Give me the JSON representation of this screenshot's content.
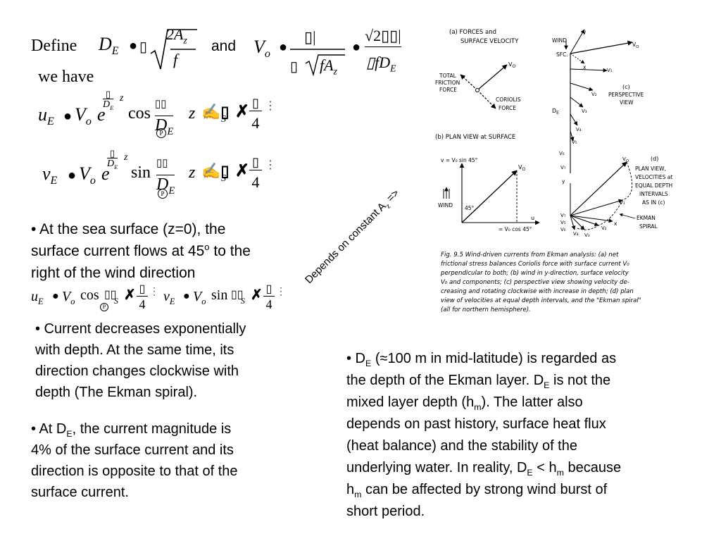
{
  "defs": {
    "define_word": "Define",
    "and_word": "and",
    "we_have": "we have",
    "DE_symbol": "D",
    "DE_sub": "E",
    "bullet_glyph": "●",
    "garbled1": "▯",
    "sqrt_num": "2A",
    "sqrt_num_sub": "z",
    "sqrt_den": "f",
    "Vo_symbol": "V",
    "Vo_sub": "o",
    "vo_num": "▯|",
    "vo_den_a": "▯",
    "vo_den_b": "fA",
    "vo_den_sub": "z",
    "eq2_num": "√2▯▯|",
    "eq2_den": "▯fD",
    "eq2_den_sub": "E"
  },
  "equations": {
    "uE": {
      "lhs": "u",
      "lhs_sub": "E",
      "mid": "V",
      "mid_sub": "o",
      "e": "e",
      "func": "cos",
      "exp_top": "▯",
      "exp_frac": "D",
      "exp_sub": "E",
      "exp_z": "z",
      "arg_z": "z",
      "pi_frac_top": "▯",
      "pi_frac_bot": "4",
      "s_sub": "S",
      "glyphs": "✍▯",
      "x": "✗"
    },
    "vE": {
      "lhs": "v",
      "lhs_sub": "E",
      "mid": "V",
      "mid_sub": "o",
      "e": "e",
      "func": "sin",
      "exp_top": "▯",
      "exp_frac": "D",
      "exp_sub": "E",
      "exp_z": "z",
      "arg_z": "z",
      "pi_frac_top": "▯",
      "pi_frac_bot": "4",
      "s_sub": "S",
      "glyphs": "✍▯",
      "x": "✗"
    },
    "P_mark": "P"
  },
  "surface": {
    "bullet_line1": "• At the sea surface (z=0), the",
    "bullet_line2": "surface current flows at 45",
    "bullet_sup": "o",
    "bullet_line2b": " to the",
    "bullet_line3": "right of the wind direction",
    "u_eq": {
      "lhs": "u",
      "sub": "E",
      "v": "V",
      "vsub": "o",
      "func": "cos",
      "s": "S",
      "x": "✗",
      "top": "▯",
      "bot": "4"
    },
    "v_eq": {
      "lhs": "v",
      "sub": "E",
      "v": "V",
      "vsub": "o",
      "func": "sin",
      "s": "S",
      "x": "✗",
      "top": "▯",
      "bot": "4"
    }
  },
  "bullets": {
    "b1": [
      "• Current decreases exponentially",
      "with depth. At the same time, its",
      "direction changes clockwise with",
      "depth (The Ekman spiral)."
    ],
    "b2_line1a": "• At D",
    "b2_line1_sub": "E",
    "b2_line1b": ", the current magnitude is",
    "b2_rest": [
      "4% of the surface current and its",
      "direction is opposite to that of the",
      "surface current."
    ]
  },
  "right_bullet": {
    "l1a": "• D",
    "l1sub": "E",
    "l1b": " (≈100 m in mid-latitude) is regarded as",
    "l2a": "the depth of the Ekman layer. D",
    "l2sub": "E",
    "l2b": " is not the",
    "l3a": "mixed layer depth (h",
    "l3sub": "m",
    "l3b": "). The latter also",
    "l4": "depends on past history, surface heat flux",
    "l5": "(heat balance) and the stability of the",
    "l6a": "underlying water. In reality, D",
    "l6sub": "E",
    "l6b": " < h",
    "l6sub2": "m",
    "l6c": " because",
    "l7a": "h",
    "l7sub": "m",
    "l7b": " can be affected by strong wind burst of",
    "l8": "short period."
  },
  "rotated_note": {
    "text": "Depends on constant A",
    "sub": "z",
    "arrow": " =>"
  },
  "figure": {
    "a_title1": "(a) FORCES  and",
    "a_title2": "SURFACE VELOCITY",
    "total_friction": [
      "TOTAL",
      "FRICTION",
      "FORCE"
    ],
    "coriolis": [
      "CORIOLIS",
      "FORCE"
    ],
    "vo": "V",
    "vo_sub": "O",
    "b_title": "(b) PLAN  VIEW at SURFACE",
    "v_eq": "v = V₀ sin 45°",
    "u_label": "u",
    "u_eq": "= V₀ cos 45°",
    "wind": "WIND",
    "deg45": "45°",
    "c_wind": "WIND",
    "c_sfc": "SFC.",
    "c_y": "y",
    "c_x": "x",
    "c_label": [
      "(c)",
      "PERSPECTIVE",
      "VIEW"
    ],
    "c_de": "D",
    "c_de_sub": "E",
    "c_v": [
      "V₁",
      "V₂",
      "V₃",
      "V₄",
      "V₅",
      "V₆",
      "V₇"
    ],
    "d_label": [
      "(d)",
      "PLAN  VIEW,",
      "VELOCITIES at",
      "EQUAL DEPTH",
      "INTERVALS",
      "AS IN (c)"
    ],
    "d_y": "y",
    "d_x": "x",
    "ekman": [
      "EKMAN",
      "SPIRAL"
    ],
    "caption_lines": [
      "Fig. 9.5   Wind-driven currents from Ekman analysis: (a) net",
      "frictional stress balances Coriolis force with surface current V₀",
      "perpendicular to both; (b) wind in y-direction, surface velocity",
      "V₀ and components; (c) perspective view showing velocity de-",
      "creasing and rotating clockwise with increase in depth; (d) plan",
      "view of velocities at equal depth intervals, and the \"Ekman spiral\"",
      "(all for northern hemisphere)."
    ]
  }
}
